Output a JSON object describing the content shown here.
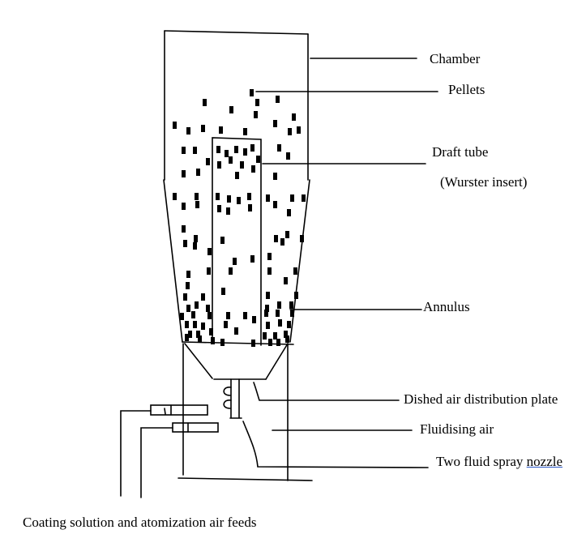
{
  "diagram": {
    "title": "Wurster fluid bed coater",
    "labels": {
      "chamber": "Chamber",
      "pellets": "Pellets",
      "draft_tube": "Draft tube",
      "wurster_insert": "(Wurster insert)",
      "annulus": "Annulus",
      "distribution_plate": "Dished air distribution plate",
      "fluidising_air": "Fluidising air",
      "spray_nozzle_prefix": "Two fluid spray ",
      "spray_nozzle_word": "nozzle",
      "feeds": "Coating solution and atomization air feeds"
    },
    "colors": {
      "stroke": "#000000",
      "spellcheck_underline": "#2a58c8",
      "background": "#ffffff"
    }
  }
}
